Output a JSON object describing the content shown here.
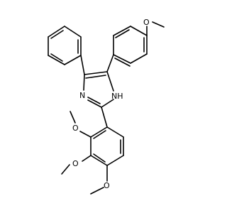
{
  "molecule": {
    "atoms": {
      "o_methoxy_para": "O",
      "n_imine": "N",
      "n_amine": "NH",
      "o_methoxy_2": "O",
      "o_methoxy_3": "O",
      "o_methoxy_4": "O"
    }
  }
}
